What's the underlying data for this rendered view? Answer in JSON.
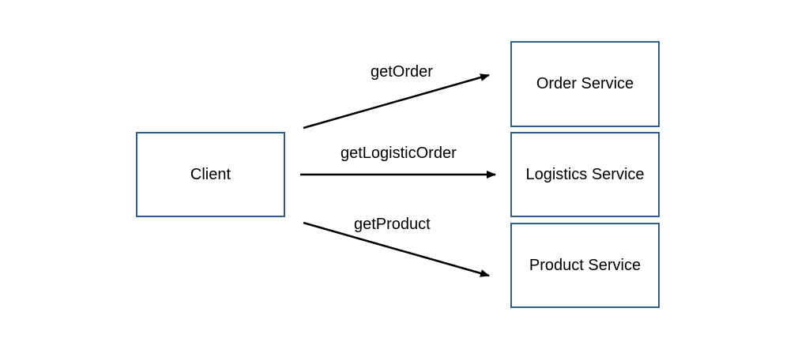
{
  "diagram": {
    "nodes": {
      "client": {
        "label": "Client"
      },
      "order_service": {
        "label": "Order Service"
      },
      "logistics_service": {
        "label": "Logistics Service"
      },
      "product_service": {
        "label": "Product Service"
      }
    },
    "edges": {
      "get_order": {
        "label": "getOrder",
        "from": "client",
        "to": "order_service"
      },
      "get_logistic_order": {
        "label": "getLogisticOrder",
        "from": "client",
        "to": "logistics_service"
      },
      "get_product": {
        "label": "getProduct",
        "from": "client",
        "to": "product_service"
      }
    },
    "colors": {
      "box_border": "#2f5d8a",
      "arrow": "#000000",
      "text": "#000000",
      "background": "#ffffff"
    }
  }
}
